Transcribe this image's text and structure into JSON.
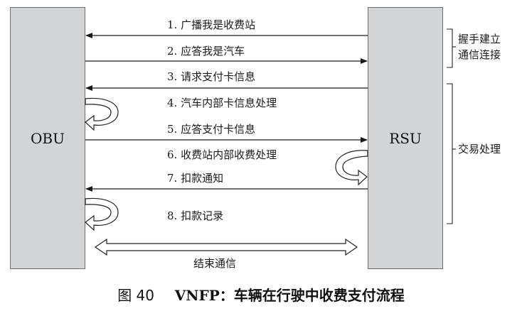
{
  "entities": {
    "obu": "OBU",
    "rsu": "RSU"
  },
  "messages": [
    {
      "label": "1. 广播我是收费站",
      "kind": "arrow",
      "direction": "rsu-to-obu"
    },
    {
      "label": "2. 应答我是汽车",
      "kind": "arrow",
      "direction": "obu-to-rsu"
    },
    {
      "label": "3. 请求支付卡信息",
      "kind": "arrow",
      "direction": "rsu-to-obu"
    },
    {
      "label": "4. 汽车内部卡信息处理",
      "kind": "self",
      "direction": "obu"
    },
    {
      "label": "5. 应答支付卡信息",
      "kind": "arrow",
      "direction": "obu-to-rsu"
    },
    {
      "label": "6. 收费站内部收费处理",
      "kind": "self",
      "direction": "rsu"
    },
    {
      "label": "7. 扣款通知",
      "kind": "arrow",
      "direction": "rsu-to-obu"
    },
    {
      "label": "8. 扣款记录",
      "kind": "self",
      "direction": "obu"
    },
    {
      "label": "结束通信",
      "kind": "double",
      "direction": "both"
    }
  ],
  "groups": [
    {
      "label": "握手建立通信连接"
    },
    {
      "label": "交易处理"
    }
  ],
  "caption": {
    "figure": "图 40",
    "name": "VNFP",
    "text": "：车辆在行驶中收费支付流程"
  }
}
